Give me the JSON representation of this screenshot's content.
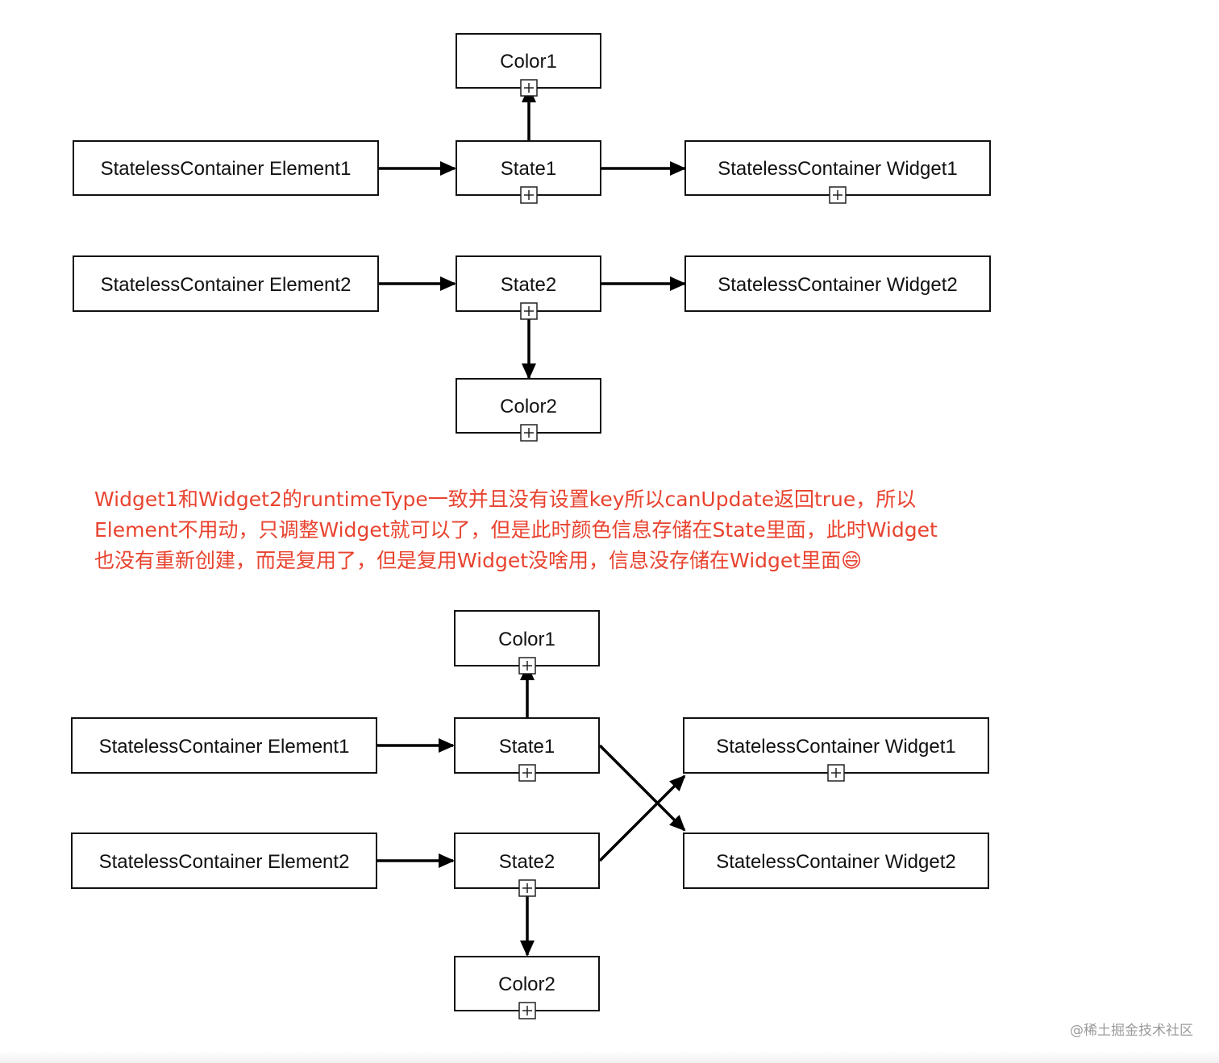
{
  "diagram_before": {
    "nodes": {
      "color1": "Color1",
      "element1": "StatelessContainer Element1",
      "state1": "State1",
      "widget1": "StatelessContainer Widget1",
      "element2": "StatelessContainer Element2",
      "state2": "State2",
      "widget2": "StatelessContainer Widget2",
      "color2": "Color2"
    }
  },
  "note": {
    "lines": [
      "Widget1和Widget2的runtimeType一致并且没有设置key所以canUpdate返回true，所以",
      "Element不用动，只调整Widget就可以了，但是此时颜色信息存储在State里面，此时Widget",
      "也没有重新创建，而是复用了，但是复用Widget没啥用，信息没存储在Widget里面😄"
    ],
    "color": "#e8432f"
  },
  "diagram_after": {
    "nodes": {
      "color1": "Color1",
      "element1": "StatelessContainer Element1",
      "state1": "State1",
      "widget1": "StatelessContainer Widget1",
      "element2": "StatelessContainer Element2",
      "state2": "State2",
      "widget2": "StatelessContainer Widget2",
      "color2": "Color2"
    }
  },
  "watermark": "@稀土掘金技术社区"
}
